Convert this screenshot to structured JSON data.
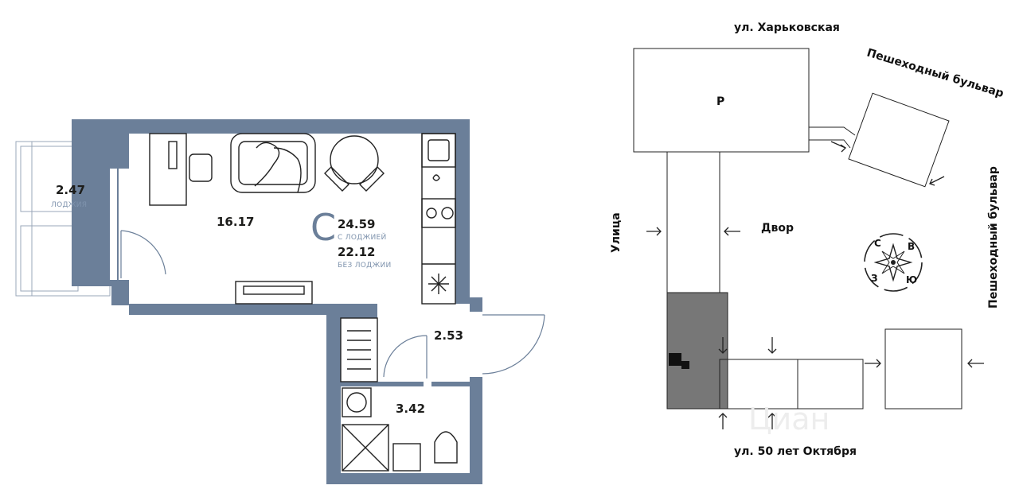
{
  "floor_plan": {
    "apartment_letter": "С",
    "area_with_loggia": "24.59",
    "label_with_loggia": "С ЛОДЖИЕЙ",
    "area_without_loggia": "22.12",
    "label_without_loggia": "БЕЗ ЛОДЖИИ",
    "rooms": {
      "living_area": "16.17",
      "loggia_area": "2.47",
      "loggia_label": "ЛОДЖИЯ",
      "hall_area": "2.53",
      "bathroom_area": "3.42"
    },
    "colors": {
      "wall": "#6b7f99",
      "label_light": "#7f93ad"
    }
  },
  "site_plan": {
    "street_top": "ул. Харьковская",
    "street_bottom": "ул. 50 лет Октября",
    "street_left": "Улица",
    "boulevard_top": "Пешеходный бульвар",
    "boulevard_right": "Пешеходный бульвар",
    "parking_label": "Р",
    "courtyard_label": "Двор",
    "compass": {
      "n": "С",
      "e": "В",
      "s": "Ю",
      "w": "З"
    },
    "watermark": "Циан",
    "colors": {
      "highlight": "#777777",
      "line": "#222222"
    }
  }
}
